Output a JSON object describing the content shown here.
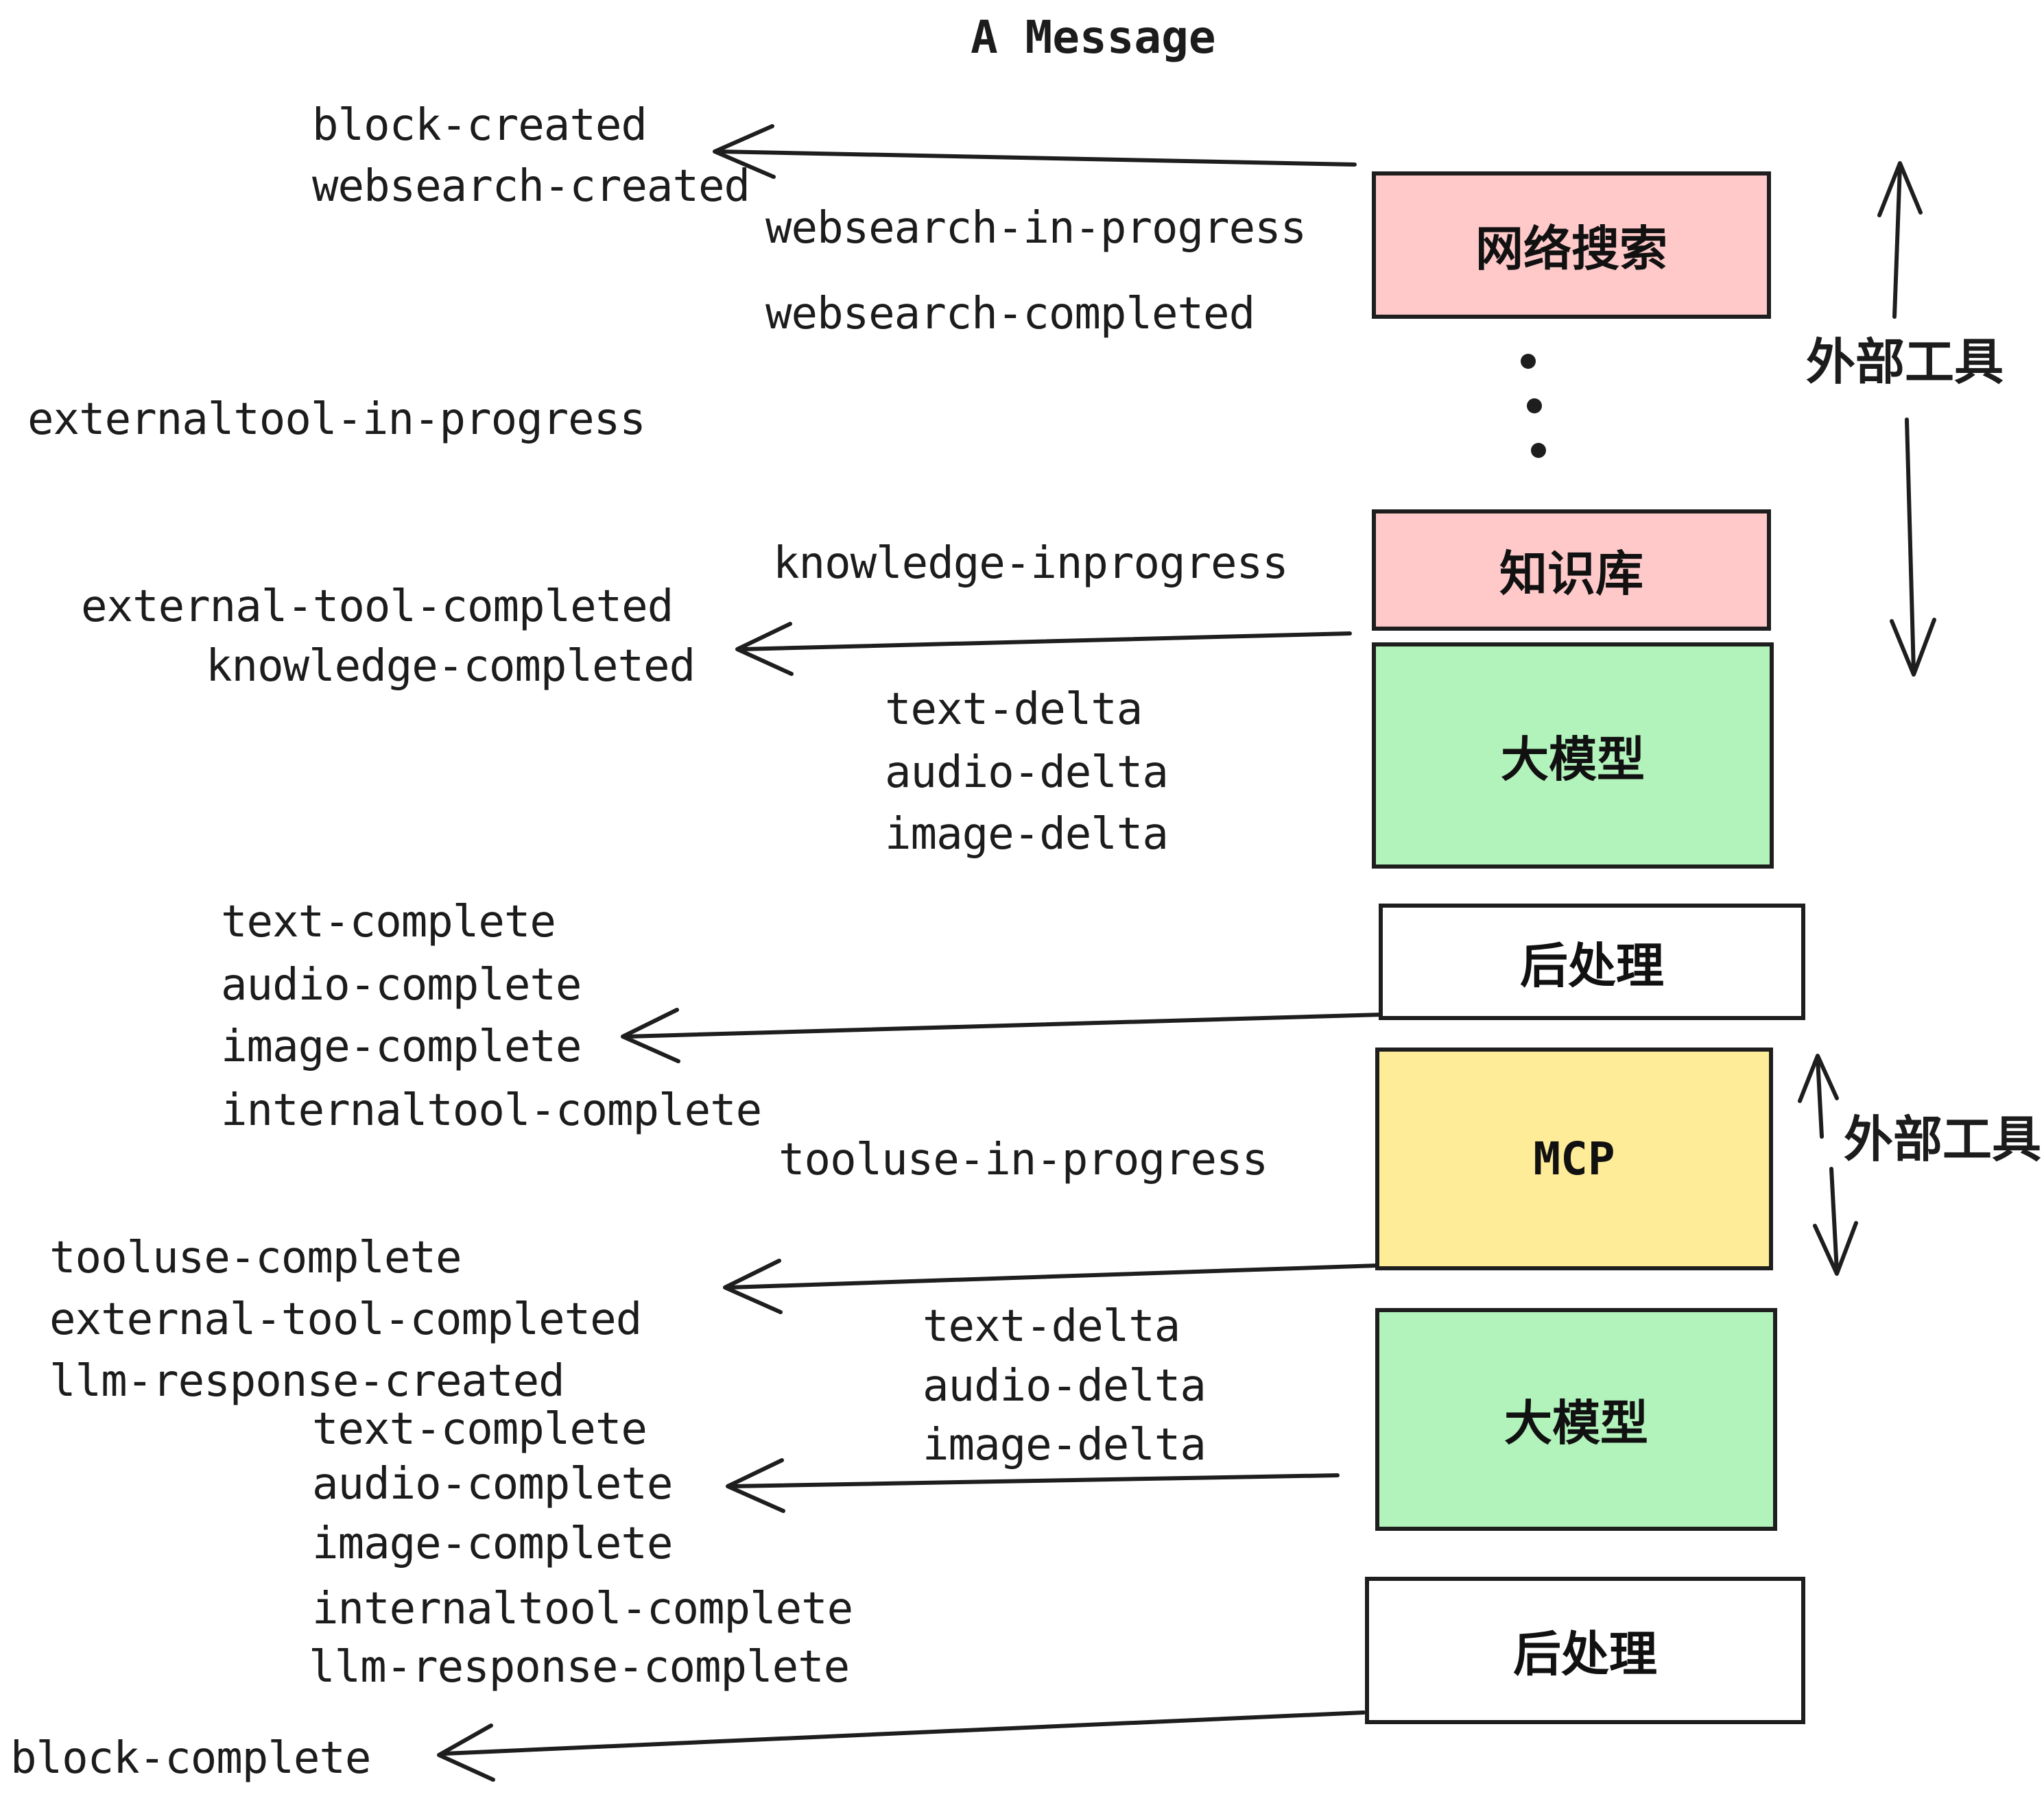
{
  "title": "A Message",
  "colors": {
    "pink": "#FFC9C9",
    "green": "#B2F2BB",
    "yellow": "#FFEC99",
    "ink": "#1e1e1e",
    "background": "#ffffff"
  },
  "icons": {
    "between_boxes": "vertical-ellipsis-dots",
    "arrow_style": "left-pointing-open-arrowheads"
  },
  "boxes": [
    {
      "id": "websearch",
      "label": "网络搜索",
      "color": "#FFC9C9"
    },
    {
      "id": "knowledge",
      "label": "知识库",
      "color": "#FFC9C9"
    },
    {
      "id": "llm-1",
      "label": "大模型",
      "color": "#B2F2BB"
    },
    {
      "id": "post-1",
      "label": "后处理",
      "color": "#ffffff"
    },
    {
      "id": "mcp",
      "label": "MCP",
      "color": "#FFEC99"
    },
    {
      "id": "llm-2",
      "label": "大模型",
      "color": "#B2F2BB"
    },
    {
      "id": "post-2",
      "label": "后处理",
      "color": "#ffffff"
    }
  ],
  "side_labels": [
    {
      "id": "external-tools-1",
      "text": "外部工具"
    },
    {
      "id": "external-tools-2",
      "text": "外部工具"
    }
  ],
  "events": [
    {
      "text": "block-created"
    },
    {
      "text": "websearch-created"
    },
    {
      "text": "websearch-in-progress"
    },
    {
      "text": "websearch-completed"
    },
    {
      "text": "externaltool-in-progress"
    },
    {
      "text": "knowledge-inprogress"
    },
    {
      "text": "external-tool-completed"
    },
    {
      "text": "knowledge-completed"
    },
    {
      "text": "text-delta"
    },
    {
      "text": "audio-delta"
    },
    {
      "text": "image-delta"
    },
    {
      "text": "text-complete"
    },
    {
      "text": "audio-complete"
    },
    {
      "text": "image-complete"
    },
    {
      "text": "internaltool-complete"
    },
    {
      "text": "tooluse-in-progress"
    },
    {
      "text": "tooluse-complete"
    },
    {
      "text": "external-tool-completed"
    },
    {
      "text": "llm-response-created"
    },
    {
      "text": "text-delta"
    },
    {
      "text": "audio-delta"
    },
    {
      "text": "image-delta"
    },
    {
      "text": "text-complete"
    },
    {
      "text": "audio-complete"
    },
    {
      "text": "image-complete"
    },
    {
      "text": "internaltool-complete"
    },
    {
      "text": "llm-response-complete"
    },
    {
      "text": "block-complete"
    }
  ]
}
